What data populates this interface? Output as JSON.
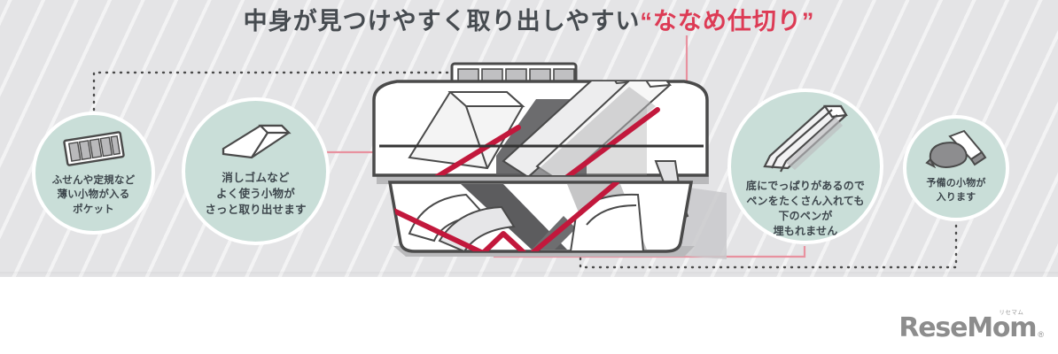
{
  "page": {
    "background_color": "#e4e4e6",
    "accent_color": "#dd3b55",
    "circle_color": "#c9ded8",
    "text_color": "#3e474d"
  },
  "title": {
    "main": "中身が見つけやすく取り出しやすい",
    "accent": "“ななめ仕切り”"
  },
  "features": [
    {
      "id": "pocket",
      "icon": "sticky-note-pocket-icon",
      "text": "ふせんや定規など\n薄い小物が入る\nポケット"
    },
    {
      "id": "eraser",
      "icon": "eraser-icon",
      "text": "消しゴムなど\nよく使う小物が\nさっと取り出せます"
    },
    {
      "id": "pen-ridge",
      "icon": "pens-icon",
      "text": "底にでっぱりがあるので\nペンをたくさん入れても\n下のペンが\n埋もれません"
    },
    {
      "id": "spare",
      "icon": "correction-tape-icon",
      "text": "予備の小物が\n入ります"
    }
  ],
  "illustration": {
    "name": "pen-case-cutaway-illustration",
    "description": "ななめ仕切りペンケースの断面イラスト"
  },
  "logo": {
    "word_1": "Rese",
    "word_2": "Mom",
    "ruby": "リセマム",
    "registered": "®"
  }
}
